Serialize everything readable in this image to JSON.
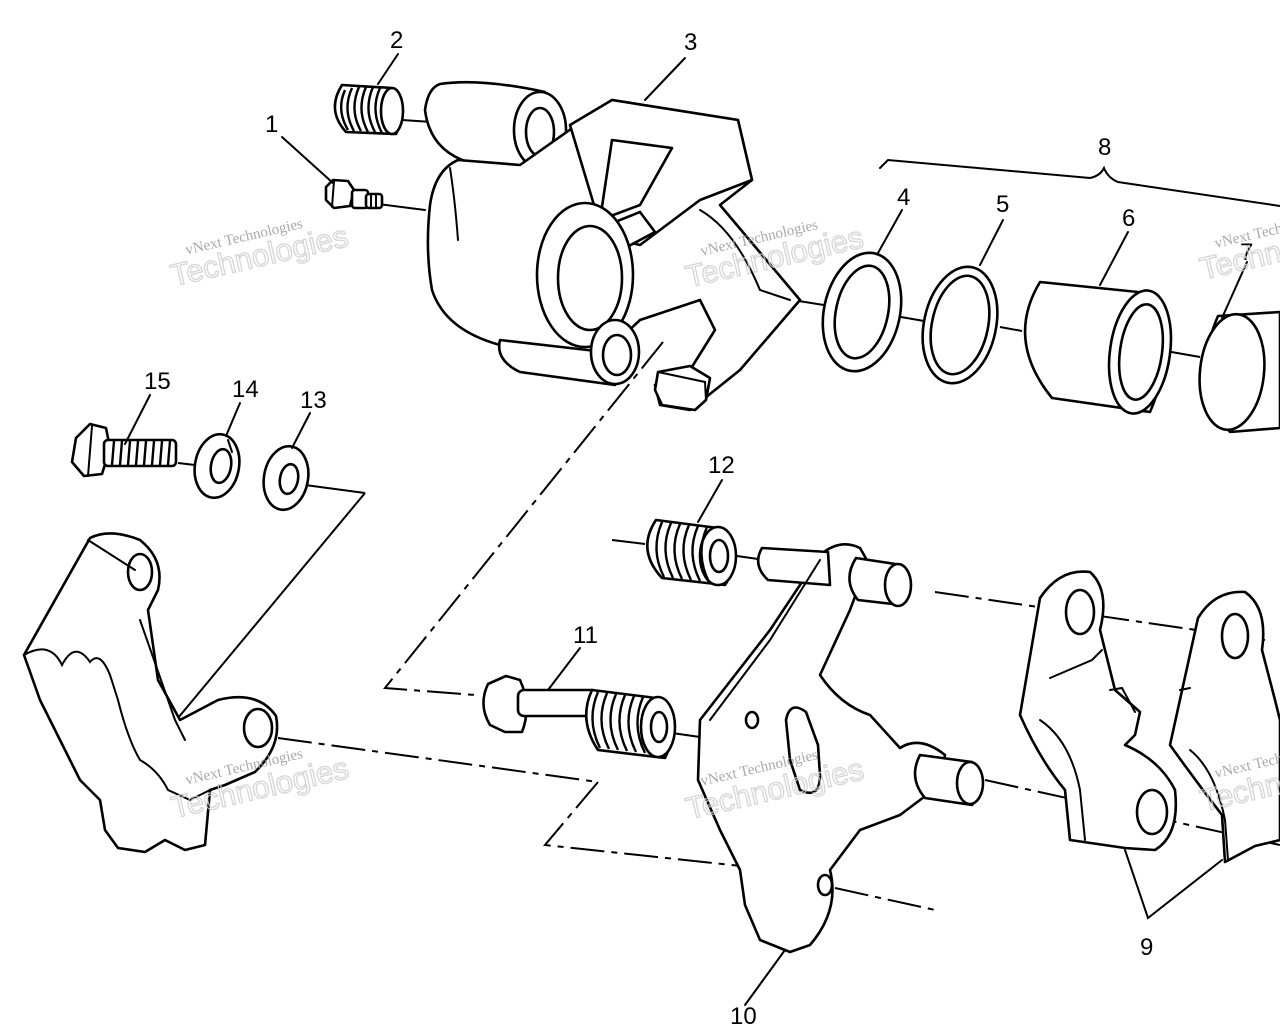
{
  "callouts": {
    "c1": "1",
    "c2": "2",
    "c3": "3",
    "c4": "4",
    "c5": "5",
    "c6": "6",
    "c7": "7",
    "c8": "8",
    "c9": "9",
    "c10": "10",
    "c11": "11",
    "c12": "12",
    "c13": "13",
    "c14": "14",
    "c15": "15"
  },
  "watermark": {
    "small": "vNext Technologies",
    "large": "Technologies"
  },
  "colors": {
    "line": "#000000",
    "background": "#ffffff",
    "watermark": "#bdbdbd"
  }
}
